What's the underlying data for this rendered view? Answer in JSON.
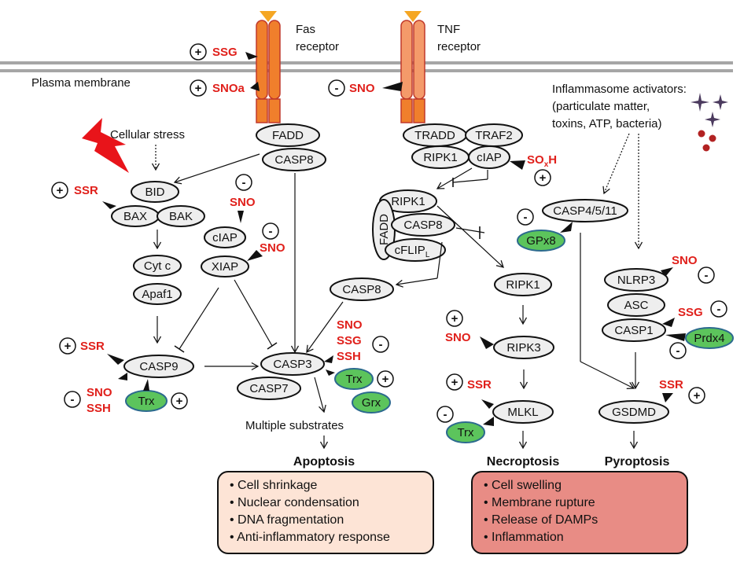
{
  "labels": {
    "fas_receptor_1": "Fas",
    "fas_receptor_2": "receptor",
    "tnf_receptor_1": "TNF",
    "tnf_receptor_2": "receptor",
    "plasma_membrane": "Plasma membrane",
    "cellular_stress": "Cellular stress",
    "inflammasome_1": "Inflammasome activators:",
    "inflammasome_2": "(particulate matter,",
    "inflammasome_3": "toxins, ATP, bacteria)",
    "multiple_substrates": "Multiple substrates"
  },
  "nodes": {
    "fadd_top": "FADD",
    "casp8_top": "CASP8",
    "tradd": "TRADD",
    "traf2": "TRAF2",
    "ripk1_top": "RIPK1",
    "ciap_tnf": "cIAP",
    "bid": "BID",
    "bax": "BAX",
    "bak": "BAK",
    "cytc": "Cyt c",
    "apaf1": "Apaf1",
    "ciap_left": "cIAP",
    "xiap": "XIAP",
    "ripk1_complex": "RIPK1",
    "fadd_complex": "FADD",
    "casp8_complex": "CASP8",
    "cflip": "cFLIP",
    "cflip_sub": "L",
    "casp8_mid": "CASP8",
    "casp9": "CASP9",
    "trx_casp9": "Trx",
    "casp3": "CASP3",
    "casp7": "CASP7",
    "trx_casp3": "Trx",
    "grx": "Grx",
    "ripk1_necro": "RIPK1",
    "ripk3": "RIPK3",
    "mlkl": "MLKL",
    "trx_mlkl": "Trx",
    "casp4511": "CASP4/5/11",
    "gpx8": "GPx8",
    "nlrp3": "NLRP3",
    "asc": "ASC",
    "casp1": "CASP1",
    "prdx4": "Prdx4",
    "gsdmd": "GSDMD"
  },
  "modifications": {
    "ssg_fas": "SSG",
    "snoa_fas": "SNOa",
    "sno_tnf": "SNO",
    "sox_h": "SO",
    "sox_h_sub": "x",
    "sox_h_end": "H",
    "ssr_bid": "SSR",
    "sno_ciap": "SNO",
    "sno_xiap": "SNO",
    "ssr_casp9": "SSR",
    "sno_casp9": "SNO",
    "ssh_casp9": "SSH",
    "sno_casp3": "SNO",
    "ssg_casp3": "SSG",
    "ssh_casp3": "SSH",
    "sno_ripk3": "SNO",
    "ssr_mlkl": "SSR",
    "sno_nlrp3": "SNO",
    "ssg_casp1": "SSG",
    "ssr_gsdmd": "SSR"
  },
  "signs": {
    "ssg_fas": "+",
    "snoa_fas": "+",
    "sno_tnf": "-",
    "sox_h": "+",
    "ssr_bid": "+",
    "sno_ciap": "-",
    "sno_xiap": "-",
    "ssr_casp9": "+",
    "sno_casp9": "-",
    "trx_casp9": "+",
    "sno_casp3": "-",
    "trx_casp3": "+",
    "sno_ripk3": "+",
    "ssr_mlkl": "+",
    "trx_mlkl": "-",
    "gpx8": "-",
    "sno_nlrp3": "-",
    "ssg_casp1": "-",
    "prdx4": "-",
    "ssr_gsdmd": "+"
  },
  "outcomes": {
    "apoptosis": "Apoptosis",
    "necroptosis": "Necroptosis",
    "pyroptosis": "Pyroptosis"
  },
  "apoptosis_features": [
    "Cell shrinkage",
    "Nuclear condensation",
    "DNA fragmentation",
    "Anti-inflammatory response"
  ],
  "necro_pyro_features": [
    "Cell swelling",
    "Membrane rupture",
    "Release of DAMPs",
    "Inflammation"
  ],
  "colors": {
    "membrane": "#a6a6a6",
    "receptor": "#f07f2c",
    "receptor_dark": "#c0392b",
    "receptor_cap": "#f5a623",
    "modification": "#e0201b",
    "enzyme": "#5cc45c",
    "apoptosis_box": "#fde4d6",
    "necro_box": "#e88c85"
  }
}
